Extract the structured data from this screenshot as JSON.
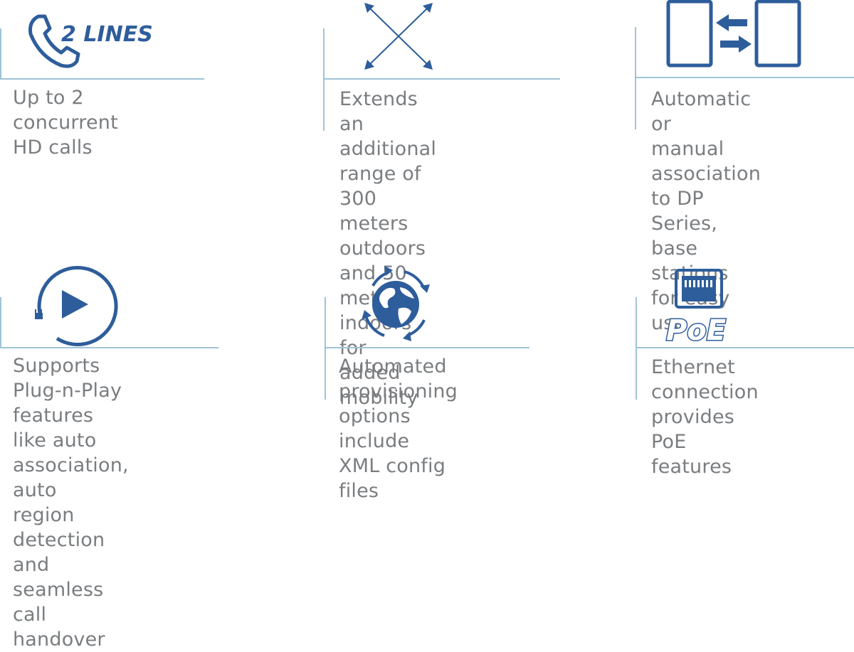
{
  "accent_color": "#2e5d9b",
  "divider_color": "#9fc3d6",
  "text_color": "#7a7d80",
  "features": [
    {
      "icon": "phone-icon",
      "icon_text": "2 LINES",
      "text": "Up to 2 concurrent\nHD calls"
    },
    {
      "icon": "expand-arrows-icon",
      "text": "Extends an additional\nrange of 300 meters\noutdoors and 50\nmeters indoors for\nadded mobility"
    },
    {
      "icon": "association-icon",
      "text": "Automatic or\nmanual association\nto DP Series, base\nstations for easy use"
    },
    {
      "icon": "plug-play-icon",
      "text": "Supports Plug-n-Play\nfeatures like auto\nassociation, auto\nregion detection\nand seamless call\nhandover"
    },
    {
      "icon": "globe-sync-icon",
      "text": "Automated\nprovisioning\noptions include\nXML config files"
    },
    {
      "icon": "ethernet-poe-icon",
      "icon_text": "PoE",
      "text": "Ethernet\nconnection\nprovides PoE\nfeatures"
    }
  ]
}
